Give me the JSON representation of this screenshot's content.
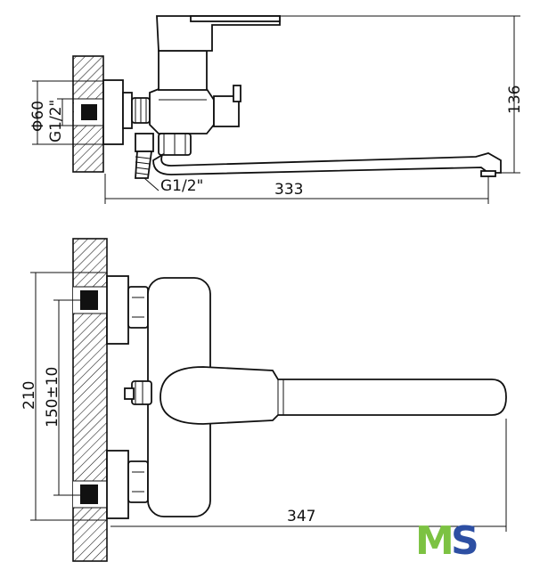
{
  "side_view": {
    "dim_width": "333",
    "dim_height": "136",
    "dim_diameter": "Φ60",
    "dim_thread_wall": "G1/2\"",
    "dim_thread_inlet": "G1/2\""
  },
  "front_view": {
    "dim_height": "210",
    "dim_centers": "150±10",
    "dim_width": "347"
  },
  "logo": {
    "text": "MS",
    "color_m": "#7cc242",
    "color_s": "#2d4fa3"
  }
}
